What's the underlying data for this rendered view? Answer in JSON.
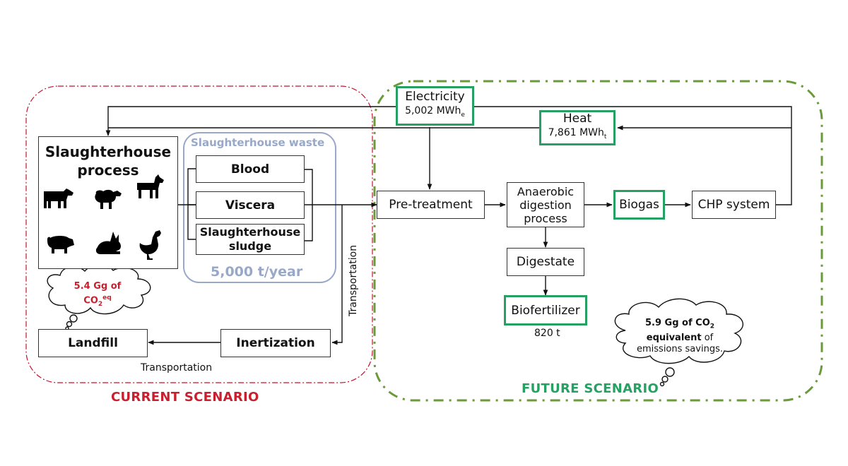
{
  "colors": {
    "current_border": "#c8102e",
    "future_border": "#6a9a3a",
    "green_box": "#27a063",
    "waste_group": "#98a8c8",
    "current_label": "#c8202e",
    "future_label": "#27a063"
  },
  "current": {
    "label": "CURRENT SCENARIO",
    "slaughterhouse": {
      "line1": "Slaughterhouse",
      "line2": "process",
      "animals": [
        "cow-icon",
        "sheep-icon",
        "goat-icon",
        "pig-icon",
        "rabbit-icon",
        "chicken-icon"
      ]
    },
    "waste": {
      "title": "Slaughterhouse waste",
      "items": [
        "Blood",
        "Viscera",
        "Slaughterhouse",
        "sludge"
      ],
      "amount": "5,000 t/year"
    },
    "cloud": {
      "line1": "5.4 Gg of",
      "line2_main": "CO",
      "line2_sub": "2",
      "line2_sup": "eq"
    },
    "landfill": "Landfill",
    "inertization": "Inertization",
    "transport_h": "Transportation",
    "transport_v": "Transportation"
  },
  "future": {
    "label": "FUTURE SCENARIO",
    "electricity": {
      "title": "Electricity",
      "value": "5,002 MWh",
      "sub": "e"
    },
    "heat": {
      "title": "Heat",
      "value": "7,861 MWh",
      "sub": "t"
    },
    "pretreatment": "Pre-treatment",
    "anaerobic": [
      "Anaerobic",
      "digestion",
      "process"
    ],
    "biogas": "Biogas",
    "chp": "CHP system",
    "digestate": "Digestate",
    "biofertilizer": "Biofertilizer",
    "biofertilizer_amount": "820 t",
    "cloud": {
      "bold1": "5.9 Gg of CO",
      "bold1_sub": "2",
      "bold2": "equivalent",
      "rest2": " of",
      "line3": "emissions savings."
    }
  }
}
